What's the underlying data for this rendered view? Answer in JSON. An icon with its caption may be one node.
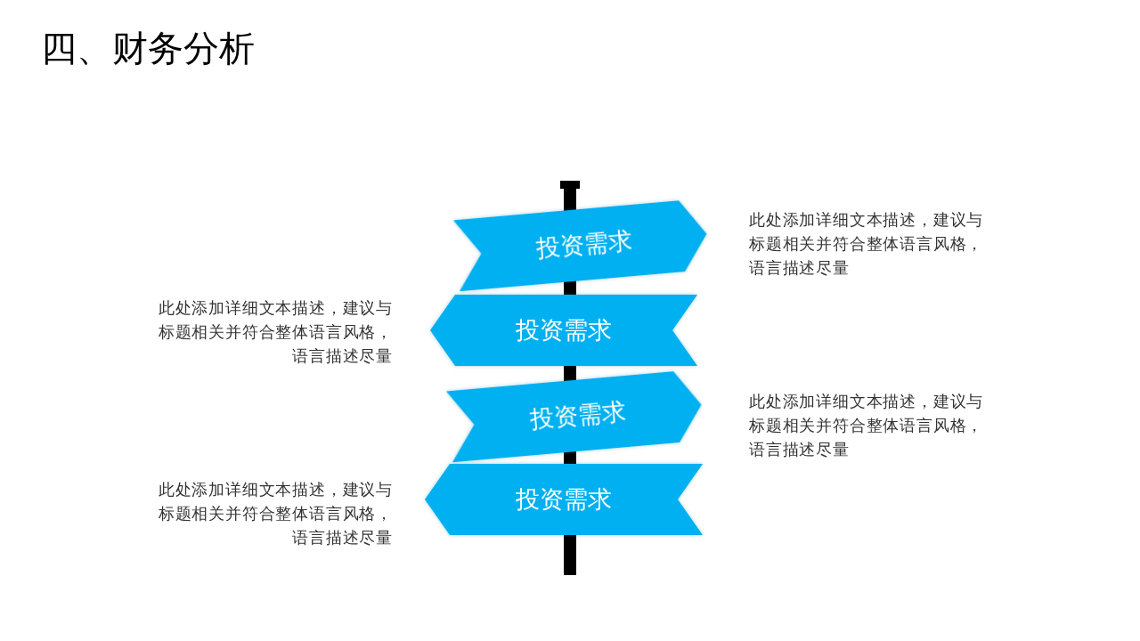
{
  "diagram": {
    "title": "四、财务分析",
    "nodes": [
      {
        "text": [
          "投资需求"
        ],
        "beside": [
          "此处添加详细文本描述，建议与标题相关并符合整体语言风格，语言描述尽量"
        ]
      },
      {
        "text": [
          "投资需求"
        ],
        "beside": [
          "此处添加详细文本描述，建议与标题相关并符合整体语言风格，语言描述尽量"
        ]
      },
      {
        "text": [
          "投资需求"
        ],
        "beside": [
          "此处添加详细文本描述，建议与标题相关并符合整体语言风格，语言描述尽量"
        ]
      },
      {
        "text": [
          "投资需求"
        ],
        "beside": [
          "此处添加详细文本描述，建议与标题相关并符合整体语言风格，语言描述尽量"
        ]
      }
    ]
  }
}
